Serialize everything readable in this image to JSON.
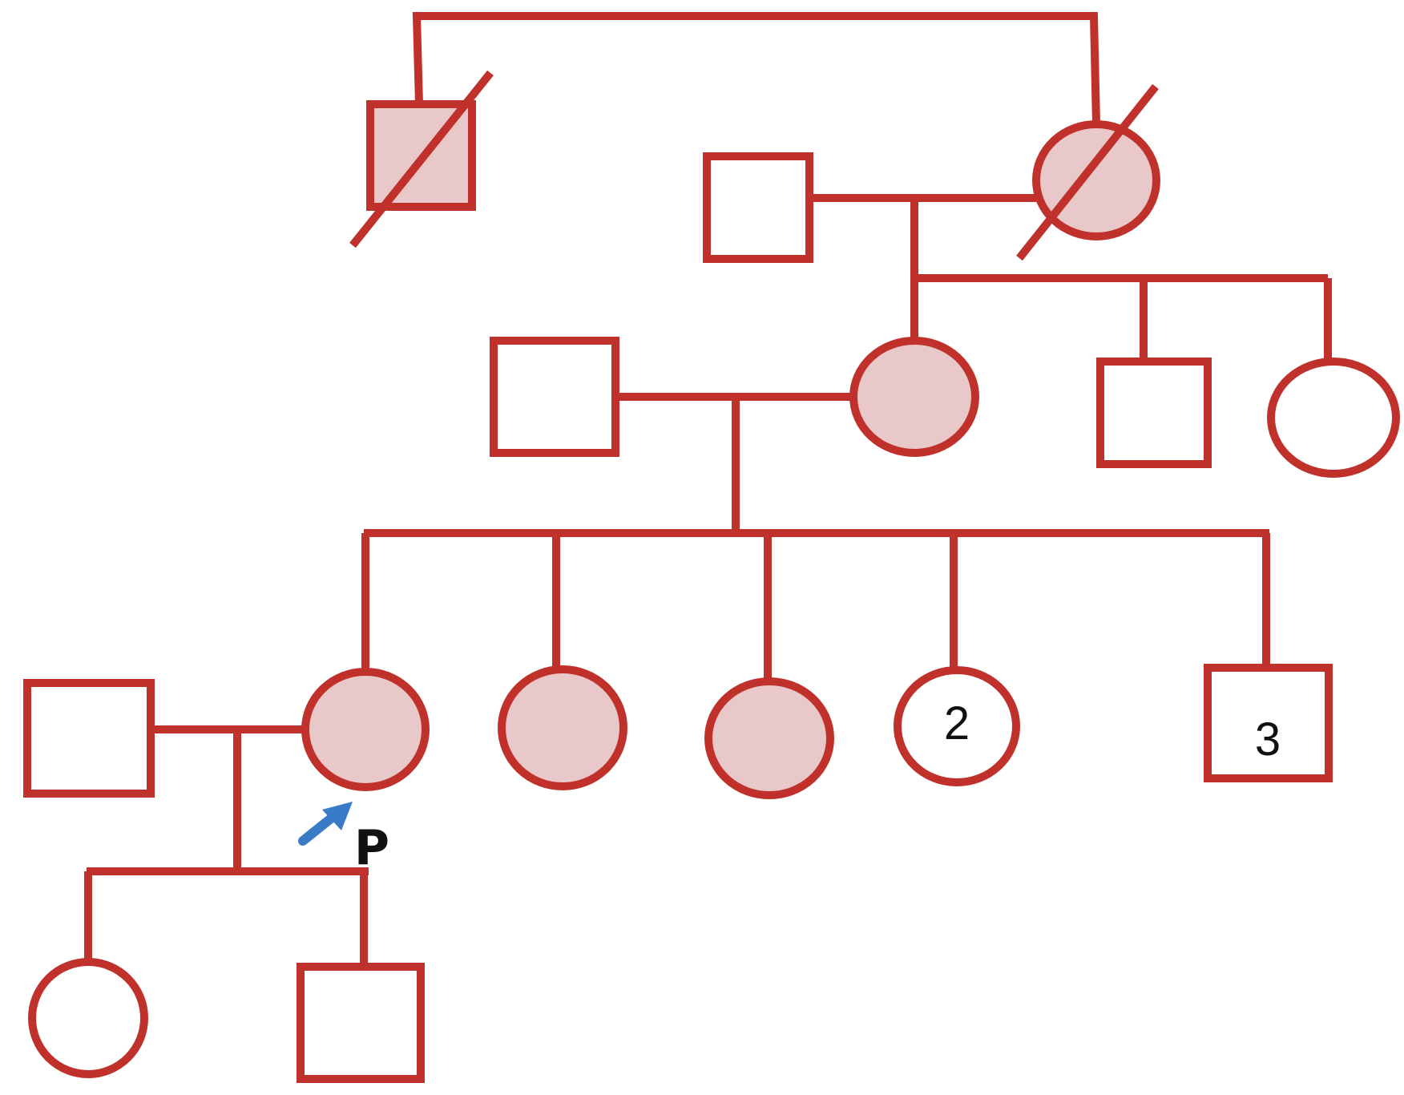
{
  "colors": {
    "line": "#c0312b",
    "affected_fill": "#e8c8c8",
    "unaffected_fill": "#ffffff",
    "proband_arrow": "#3a7bc8"
  },
  "individuals": [
    {
      "id": "I-1",
      "sex": "male",
      "affected": true,
      "deceased": true,
      "label": ""
    },
    {
      "id": "I-2",
      "sex": "female",
      "affected": true,
      "deceased": true,
      "label": ""
    },
    {
      "id": "I-3",
      "sex": "male",
      "affected": false,
      "deceased": false,
      "label": ""
    },
    {
      "id": "II-1",
      "sex": "male",
      "affected": false,
      "deceased": false,
      "label": ""
    },
    {
      "id": "II-2",
      "sex": "female",
      "affected": true,
      "deceased": false,
      "label": ""
    },
    {
      "id": "II-3",
      "sex": "male",
      "affected": false,
      "deceased": false,
      "label": ""
    },
    {
      "id": "II-4",
      "sex": "female",
      "affected": false,
      "deceased": false,
      "label": ""
    },
    {
      "id": "III-1",
      "sex": "male",
      "affected": false,
      "deceased": false,
      "label": ""
    },
    {
      "id": "III-2",
      "sex": "female",
      "affected": true,
      "deceased": false,
      "label": "",
      "proband": true
    },
    {
      "id": "III-3",
      "sex": "female",
      "affected": true,
      "deceased": false,
      "label": ""
    },
    {
      "id": "III-4",
      "sex": "female",
      "affected": true,
      "deceased": false,
      "label": ""
    },
    {
      "id": "III-5",
      "sex": "female",
      "affected": false,
      "deceased": false,
      "label": "2"
    },
    {
      "id": "III-6",
      "sex": "male",
      "affected": false,
      "deceased": false,
      "label": "3"
    },
    {
      "id": "IV-1",
      "sex": "female",
      "affected": false,
      "deceased": false,
      "label": ""
    },
    {
      "id": "IV-2",
      "sex": "male",
      "affected": false,
      "deceased": false,
      "label": ""
    }
  ],
  "proband": {
    "label": "P",
    "arrow_icon": "proband-arrow-icon"
  }
}
